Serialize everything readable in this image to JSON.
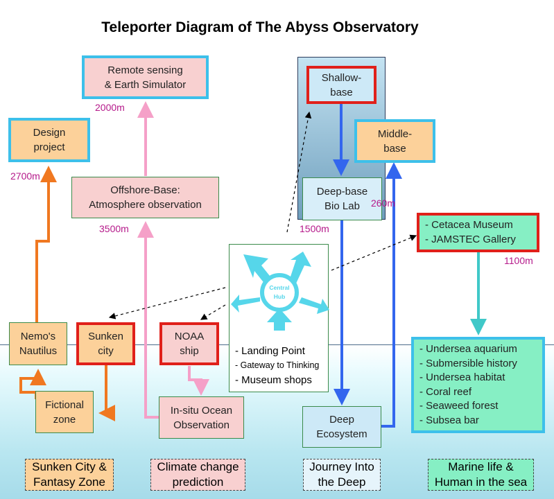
{
  "title": "Teleporter Diagram of The Abyss Observatory",
  "nodes": {
    "remote_sensing": "Remote sensing\n& Earth Simulator",
    "design_project": "Design\nproject",
    "offshore_base": "Offshore-Base:\nAtmosphere observation",
    "shallow_base": "Shallow-\nbase",
    "middle_base": "Middle-\nbase",
    "deep_base": "Deep-base\nBio Lab",
    "cetacea": "- Cetacea Museum\n- JAMSTEC Gallery",
    "nemos_nautilus": "Nemo's\nNautilus",
    "sunken_city": "Sunken\ncity",
    "noaa_ship": "NOAA\nship",
    "fictional_zone": "Fictional\nzone",
    "insitu": "In-situ Ocean\nObservation",
    "deep_ecosystem": "Deep\nEcosystem",
    "marine_list": "- Undersea aquarium\n- Submersible history\n- Undersea habitat\n- Coral reef\n- Seaweed forest\n- Subsea bar"
  },
  "hub": {
    "label_line1": "Central",
    "label_line2": "Hub",
    "items": [
      "- Landing Point",
      "- Gateway to Thinking",
      "- Museum shops"
    ]
  },
  "depths": {
    "d2000": "2000m",
    "d2700": "2700m",
    "d3500": "3500m",
    "d1500": "1500m",
    "d260": "260m",
    "d1100": "1100m"
  },
  "categories": {
    "sunken": "Sunken City &\nFantasy Zone",
    "climate": "Climate change\nprediction",
    "journey": "Journey Into\nthe Deep",
    "marine": "Marine life &\nHuman in the sea"
  },
  "colors": {
    "orange_arrow": "#f07820",
    "pink_arrow": "#f5a0c8",
    "blue_arrow": "#3366ee",
    "teal_arrow": "#40c8c8",
    "red_border": "#e0201a",
    "cyan_border": "#3dc0ea",
    "depth_label": "#b5198a"
  }
}
